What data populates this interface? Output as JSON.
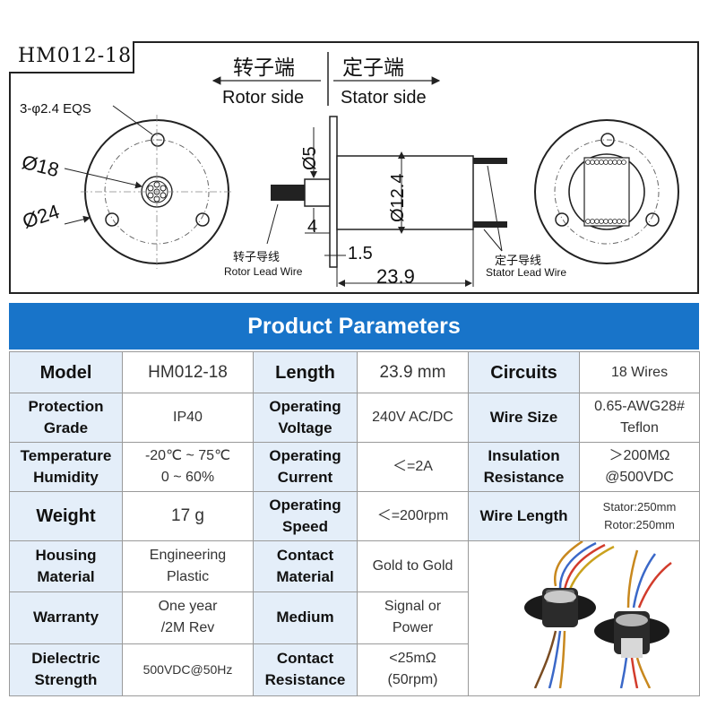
{
  "drawing": {
    "model_tag": "HM012-18",
    "rotor_side_cn": "转子端",
    "stator_side_cn": "定子端",
    "rotor_side_en": "Rotor side",
    "stator_side_en": "Stator side",
    "hole_spec": "3-φ2.4 EQS",
    "dim_d18": "Ø18",
    "dim_d24": "Ø24",
    "dim_d5": "Ø5",
    "dim_d12_4": "Ø12.4",
    "dim_4": "4",
    "dim_1_5": "1.5",
    "dim_23_9": "23.9",
    "rotor_lead_cn": "转子导线",
    "rotor_lead_en": "Rotor Lead Wire",
    "stator_lead_cn": "定子导线",
    "stator_lead_en": "Stator Lead Wire"
  },
  "params": {
    "title": "Product Parameters",
    "model_k": "Model",
    "model_v": "HM012-18",
    "length_k": "Length",
    "length_v": "23.9 mm",
    "circuits_k": "Circuits",
    "circuits_v": "18 Wires",
    "protection_k1": "Protection",
    "protection_k2": "Grade",
    "protection_v": "IP40",
    "op_voltage_k1": "Operating",
    "op_voltage_k2": "Voltage",
    "op_voltage_v": "240V AC/DC",
    "wire_size_k": "Wire Size",
    "wire_size_v1": "0.65-AWG28#",
    "wire_size_v2": "Teflon",
    "temp_k1": "Temperature",
    "temp_k2": "Humidity",
    "temp_v1": "-20℃ ~ 75℃",
    "temp_v2": "0 ~ 60%",
    "op_current_k1": "Operating",
    "op_current_k2": "Current",
    "op_current_v": "＜=2A",
    "insulation_k1": "Insulation",
    "insulation_k2": "Resistance",
    "insulation_v1": "＞200MΩ",
    "insulation_v2": "@500VDC",
    "weight_k": "Weight",
    "weight_v": "17 g",
    "op_speed_k1": "Operating",
    "op_speed_k2": "Speed",
    "op_speed_v": "＜=200rpm",
    "wire_length_k": "Wire Length",
    "wire_length_v1": "Stator:250mm",
    "wire_length_v2": "Rotor:250mm",
    "housing_k1": "Housing",
    "housing_k2": "Material",
    "housing_v1": "Engineering",
    "housing_v2": "Plastic",
    "contact_mat_k1": "Contact",
    "contact_mat_k2": "Material",
    "contact_mat_v": "Gold to Gold",
    "warranty_k": "Warranty",
    "warranty_v1": "One year",
    "warranty_v2": "/2M Rev",
    "medium_k": "Medium",
    "medium_v1": "Signal or",
    "medium_v2": "Power",
    "dielectric_k1": "Dielectric",
    "dielectric_k2": "Strength",
    "dielectric_v": "500VDC@50Hz",
    "contact_res_k1": "Contact",
    "contact_res_k2": "Resistance",
    "contact_res_v1": "<25mΩ",
    "contact_res_v2": "(50rpm)"
  },
  "colors": {
    "header_blue": "#1874c9",
    "key_cell": "#e4eef9",
    "line": "#222222"
  }
}
